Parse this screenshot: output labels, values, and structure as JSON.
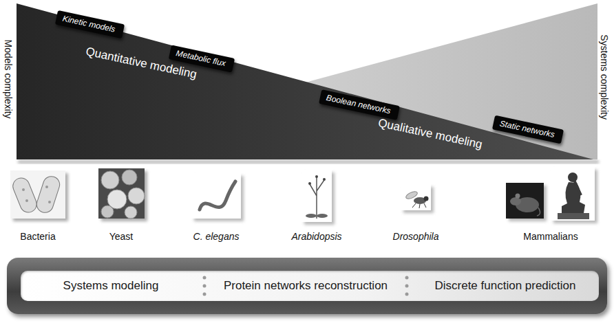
{
  "diagram": {
    "nodes": [
      {
        "text": [
          "Kinetic models"
        ]
      },
      {
        "text": [
          "Metabolic flux"
        ]
      },
      {
        "text": [
          "Boolean networks"
        ]
      },
      {
        "text": [
          "Static networks"
        ]
      },
      {
        "text": [
          "Systems modeling",
          "Protein networks reconstruction",
          "Discrete function prediction"
        ]
      }
    ],
    "labels": [
      "Models complexity",
      "Systems complexity",
      "Quantitative modeling",
      "Qualitative modeling",
      "Bacteria",
      "Yeast",
      "C. elegans",
      "Arabidopsis",
      "Drosophila",
      "Mammalians"
    ]
  }
}
